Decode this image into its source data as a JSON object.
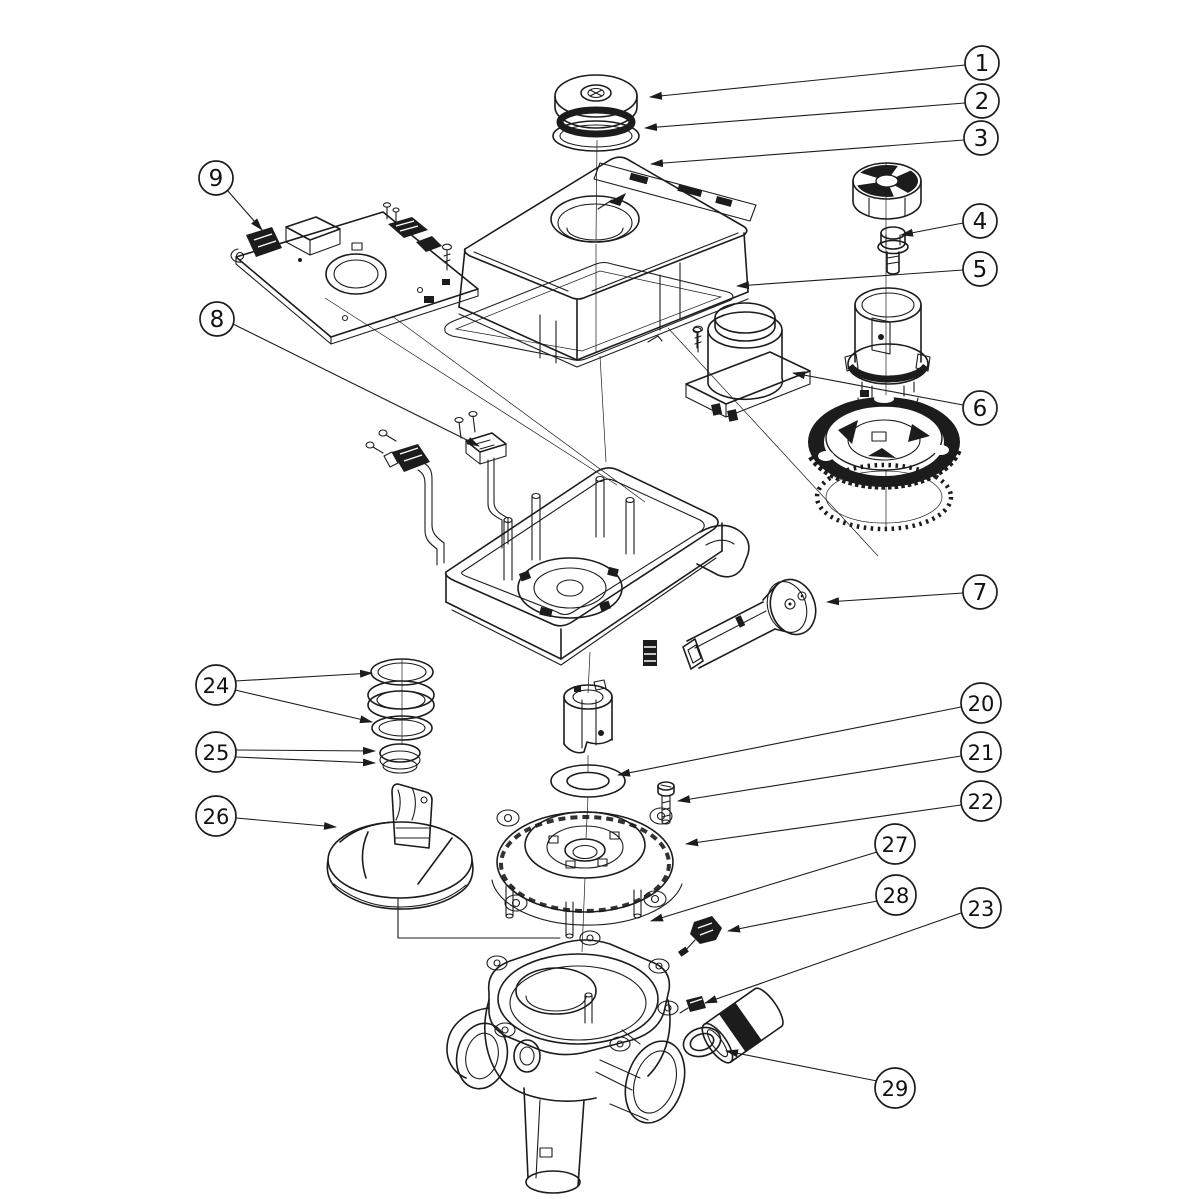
{
  "colors": {
    "line": "#1c1c1c",
    "background": "#ffffff"
  },
  "callouts": [
    {
      "label": "1"
    },
    {
      "label": "2"
    },
    {
      "label": "3"
    },
    {
      "label": "4"
    },
    {
      "label": "5"
    },
    {
      "label": "6"
    },
    {
      "label": "7"
    },
    {
      "label": "8"
    },
    {
      "label": "9"
    },
    {
      "label": "20"
    },
    {
      "label": "21"
    },
    {
      "label": "22"
    },
    {
      "label": "23"
    },
    {
      "label": "24"
    },
    {
      "label": "25"
    },
    {
      "label": "26"
    },
    {
      "label": "27"
    },
    {
      "label": "28"
    },
    {
      "label": "29"
    }
  ]
}
